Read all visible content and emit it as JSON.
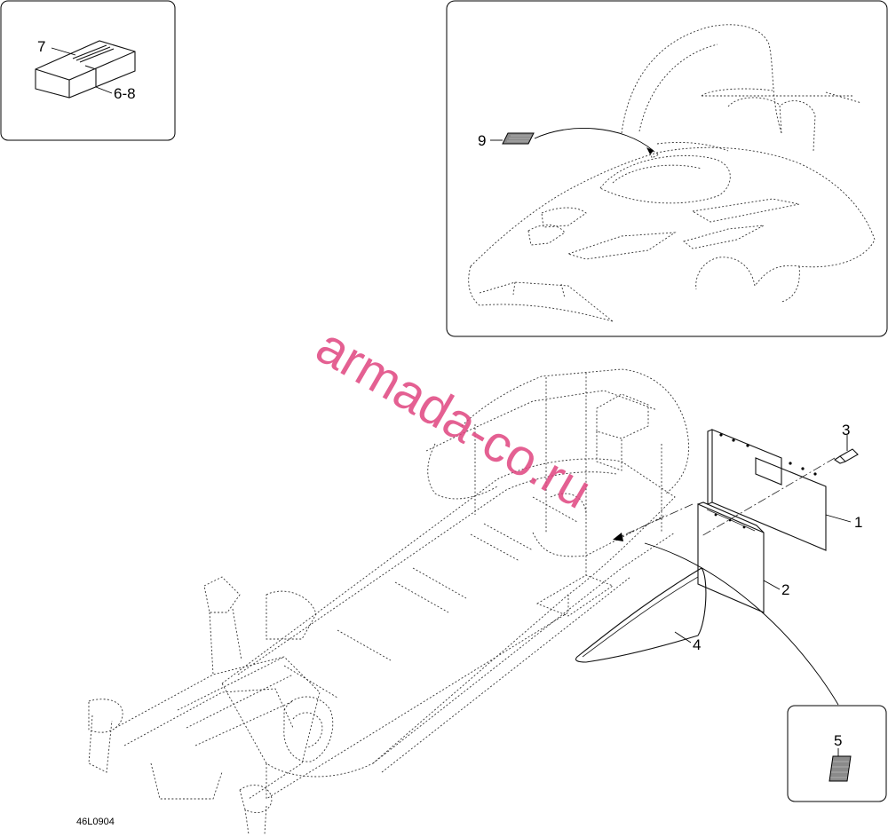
{
  "diagram": {
    "reference_code": "46L0904",
    "watermark": "armada-co.ru",
    "callouts": {
      "c1": "1",
      "c2": "2",
      "c3": "3",
      "c4": "4",
      "c5": "5",
      "c7": "7",
      "c68": "6-8",
      "c9": "9"
    }
  }
}
